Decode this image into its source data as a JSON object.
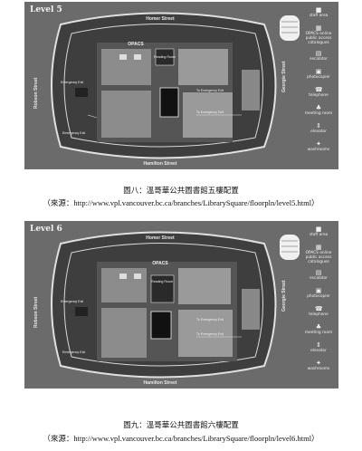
{
  "figures": [
    {
      "level": "Level 5",
      "streets": {
        "top": "Homer Street",
        "bottom": "Hamilton Street",
        "left": "Robson Street",
        "right": "Georgie Street"
      },
      "labels": {
        "opacs": "OPACS",
        "emergency_exit_top": "Emergency Exit",
        "emergency_exit_bottom": "Emergency Exit",
        "to_emergency_exit_1": "To Emergency Exit",
        "to_emergency_exit_2": "To Emergency Exit",
        "reading_room": "Reading Room"
      },
      "caption": "圖八：溫哥華公共圖書館五樓配置",
      "source": "（來源：http://www.vpl.vancouver.bc.ca/branches/LibrarySquare/floorpln/level5.html）"
    },
    {
      "level": "Level 6",
      "streets": {
        "top": "Homer Street",
        "bottom": "Hamilton Street",
        "left": "Robson Street",
        "right": "Georgie Street"
      },
      "labels": {
        "opacs": "OPACS",
        "emergency_exit_top": "Emergency Exit",
        "emergency_exit_bottom": "Emergency Exit",
        "to_emergency_exit_1": "To Emergency Exit",
        "to_emergency_exit_2": "To Emergency Exit",
        "reading_room": "Reading Room"
      },
      "caption": "圖九：溫哥華公共圖書館六樓配置",
      "source": "（來源：http://www.vpl.vancouver.bc.ca/branches/LibrarySquare/floorpln/level6.html）"
    }
  ],
  "legend": [
    {
      "label": "staff area",
      "icon": "staff-area-icon"
    },
    {
      "label": "OPACS online public access catalogues",
      "icon": "opacs-icon"
    },
    {
      "label": "escalator",
      "icon": "escalator-icon"
    },
    {
      "label": "photocopier",
      "icon": "photocopier-icon"
    },
    {
      "label": "telephone",
      "icon": "telephone-icon"
    },
    {
      "label": "meeting room",
      "icon": "meeting-room-icon"
    },
    {
      "label": "elevator",
      "icon": "elevator-icon"
    },
    {
      "label": "washrooms",
      "icon": "washrooms-icon"
    }
  ]
}
